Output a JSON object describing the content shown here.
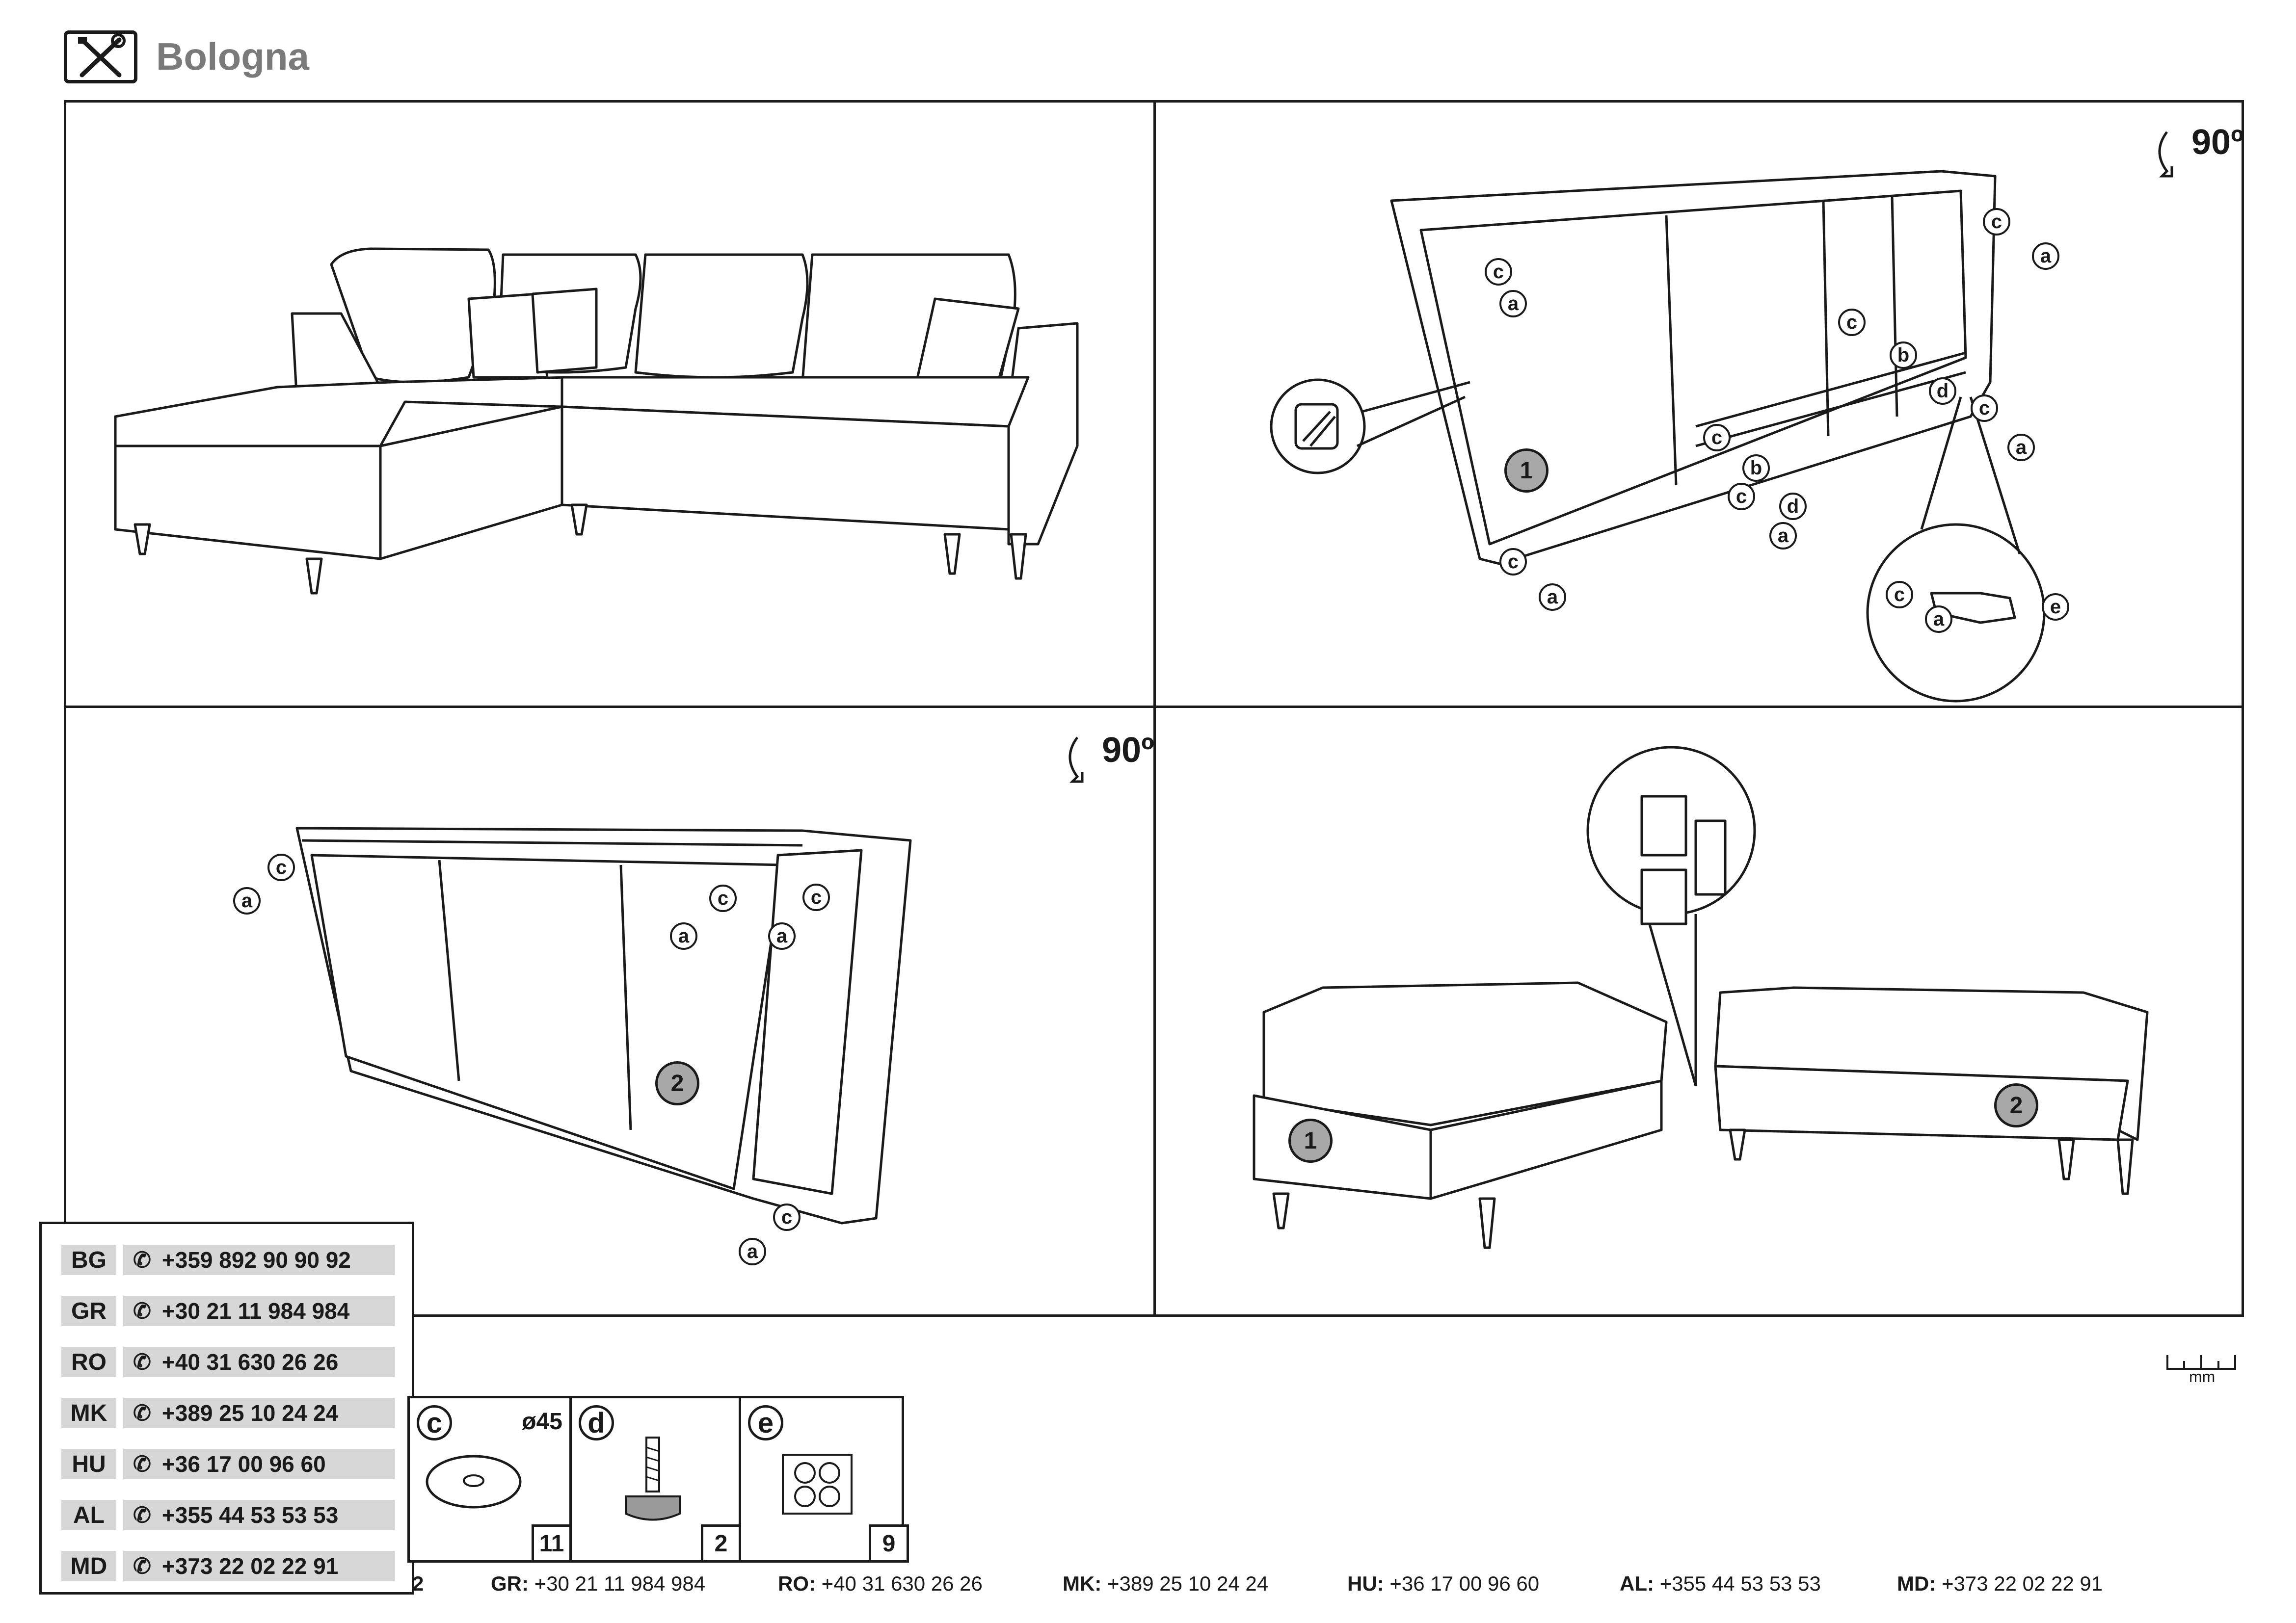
{
  "header": {
    "icon": "tools-icon",
    "title": "Bologna"
  },
  "steps": {
    "step2_rotation": "90º",
    "step3_rotation": "90º"
  },
  "labels": {
    "a": "a",
    "b": "b",
    "c": "c",
    "d": "d",
    "e": "e",
    "one": "1",
    "two": "2"
  },
  "phones": [
    {
      "country": "BG",
      "number": "+359 892 90 90 92"
    },
    {
      "country": "GR",
      "number": "+30 21 11 984 984"
    },
    {
      "country": "RO",
      "number": "+40 31 630 26 26"
    },
    {
      "country": "MK",
      "number": "+389 25 10 24 24"
    },
    {
      "country": "HU",
      "number": "+36 17 00 96 60"
    },
    {
      "country": "AL",
      "number": "+355 44 53 53 53"
    },
    {
      "country": "MD",
      "number": "+373 22 02 22 91"
    }
  ],
  "phone_icon": "phone-icon",
  "parts": [
    {
      "label": "c",
      "diameter": "ø45",
      "qty": "11"
    },
    {
      "label": "d",
      "qty": "2"
    },
    {
      "label": "e",
      "qty": "9"
    }
  ],
  "footer": {
    "partial": "2",
    "items": [
      {
        "code": "GR:",
        "number": "+30 21 11 984 984"
      },
      {
        "code": "RO:",
        "number": "+40 31 630 26 26"
      },
      {
        "code": "MK:",
        "number": "+389 25 10 24 24"
      },
      {
        "code": "HU:",
        "number": "+36 17 00 96 60"
      },
      {
        "code": "AL:",
        "number": "+355 44 53 53 53"
      },
      {
        "code": "MD:",
        "number": "+373 22 02 22 91"
      }
    ]
  },
  "ruler_unit": "mm"
}
